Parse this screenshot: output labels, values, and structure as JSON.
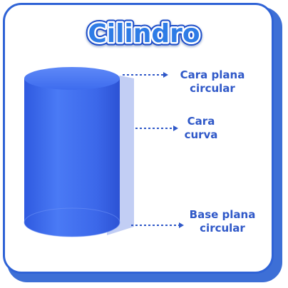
{
  "title": "Cilindro",
  "colors": {
    "title_fill": "#2e7ce6",
    "title_stroke": "#ffffff",
    "border": "#2f63d6",
    "cylinder": "#3f6ef0",
    "label": "#2f58c8"
  },
  "labels": {
    "top_face": {
      "line1": "Cara plana",
      "line2": "circular"
    },
    "curved_face": {
      "line1": "Cara",
      "line2": "curva"
    },
    "base_face": {
      "line1": "Base plana",
      "line2": "circular"
    }
  }
}
